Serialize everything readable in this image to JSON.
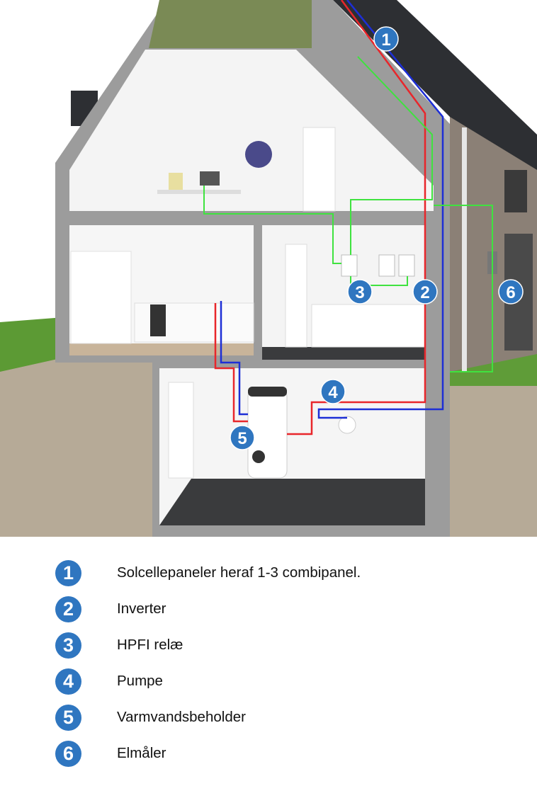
{
  "badges": [
    "1",
    "2",
    "3",
    "4",
    "5",
    "6"
  ],
  "legend": [
    {
      "number": "1",
      "label": "Solcellepaneler heraf 1-3 combipanel."
    },
    {
      "number": "2",
      "label": "Inverter"
    },
    {
      "number": "3",
      "label": "HPFI relæ"
    },
    {
      "number": "4",
      "label": "Pumpe"
    },
    {
      "number": "5",
      "label": "Varmvandsbeholder"
    },
    {
      "number": "6",
      "label": "Elmåler"
    }
  ],
  "colors": {
    "badge": "#2f76c0",
    "hot_pipe": "#e8262b",
    "cold_pipe": "#1d2fd6",
    "electric": "#3fe23f"
  }
}
